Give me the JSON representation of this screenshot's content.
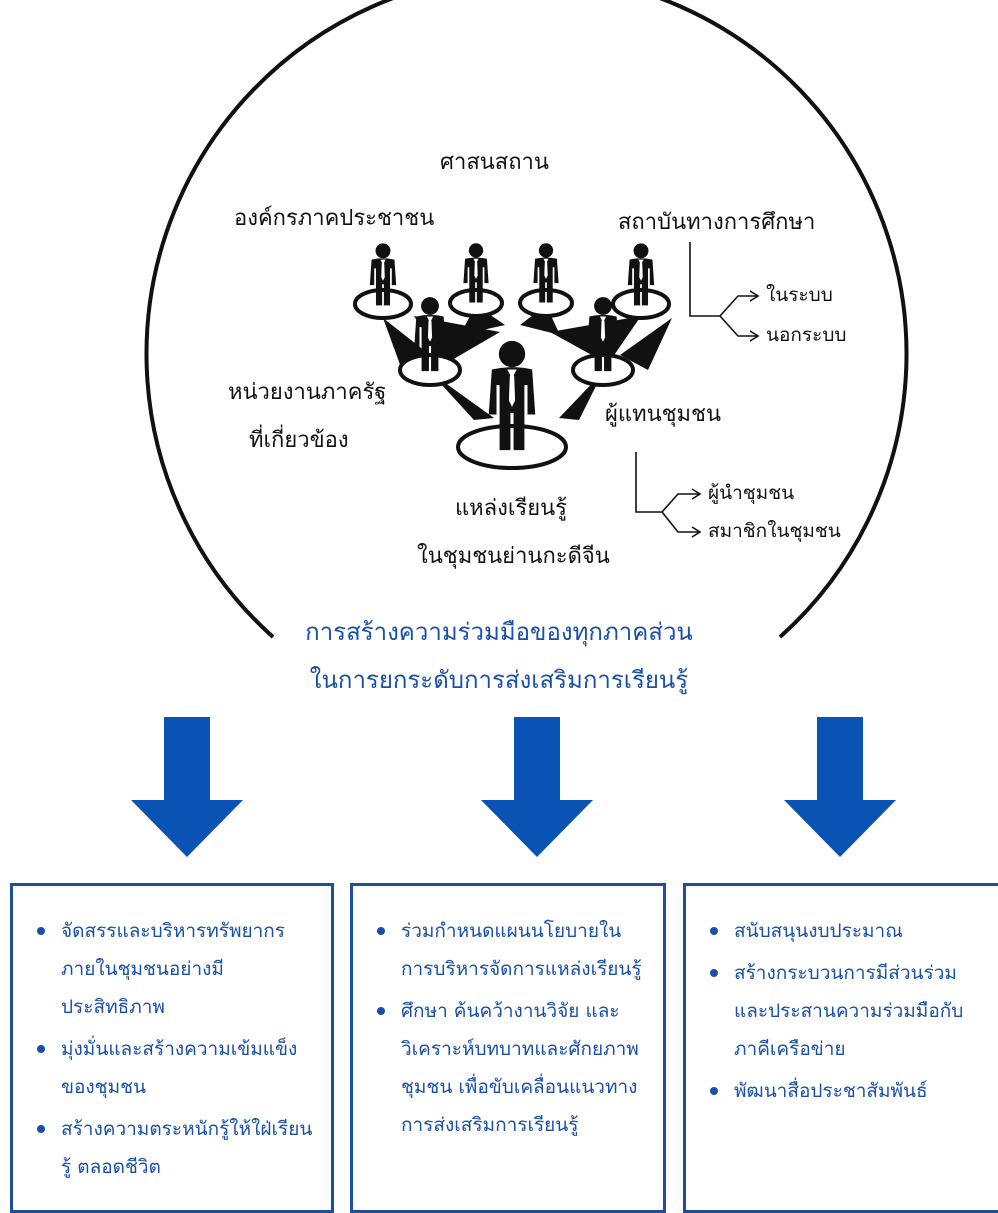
{
  "colors": {
    "text_blue": "#1a4fa8",
    "arrow_blue": "#0b52b5",
    "box_border": "#1f4e9c",
    "figure_black": "#111111"
  },
  "icons": [
    "person-figure-icon",
    "down-arrow-icon",
    "right-arrow-icon"
  ],
  "stakeholders": {
    "religious_places": "ศาสนสถาน",
    "civil_society": "องค์กรภาคประชาชน",
    "education": "สถาบันทางการศึกษา",
    "education_formal": "ในระบบ",
    "education_nonformal": "นอกระบบ",
    "government_line1": "หน่วยงานภาครัฐ",
    "government_line2": "ที่เกี่ยวข้อง",
    "community_rep": "ผู้แทนชุมชน",
    "community_leader": "ผู้นำชุมชน",
    "community_member": "สมาชิกในชุมชน",
    "center_line1": "แหล่งเรียนรู้",
    "center_line2": "ในชุมชนย่านกะดีจีน"
  },
  "goal": {
    "line1": "การสร้างความร่วมมือของทุกภาคส่วน",
    "line2": "ในการยกระดับการส่งเสริมการเรียนรู้"
  },
  "boxes": [
    {
      "items": [
        "จัดสรรและบริหารทรัพยากร ภายในชุมชนอย่างมีประสิทธิภาพ",
        "มุ่งมั่นและสร้างความเข้มแข็ง ของชุมชน",
        "สร้างความตระหนักรู้ให้ใฝ่เรียนรู้ ตลอดชีวิต"
      ]
    },
    {
      "items": [
        "ร่วมกำหนดแผนนโยบายใน การบริหารจัดการแหล่งเรียนรู้",
        "ศึกษา ค้นคว้างานวิจัย และ วิเคราะห์บทบาทและศักยภาพ ชุมชน เพื่อขับเคลื่อนแนวทาง การส่งเสริมการเรียนรู้"
      ]
    },
    {
      "items": [
        "สนับสนุนงบประมาณ",
        "สร้างกระบวนการมีส่วนร่วม และประสานความร่วมมือกับ ภาคีเครือข่าย",
        "พัฒนาสื่อประชาสัมพันธ์"
      ]
    }
  ]
}
